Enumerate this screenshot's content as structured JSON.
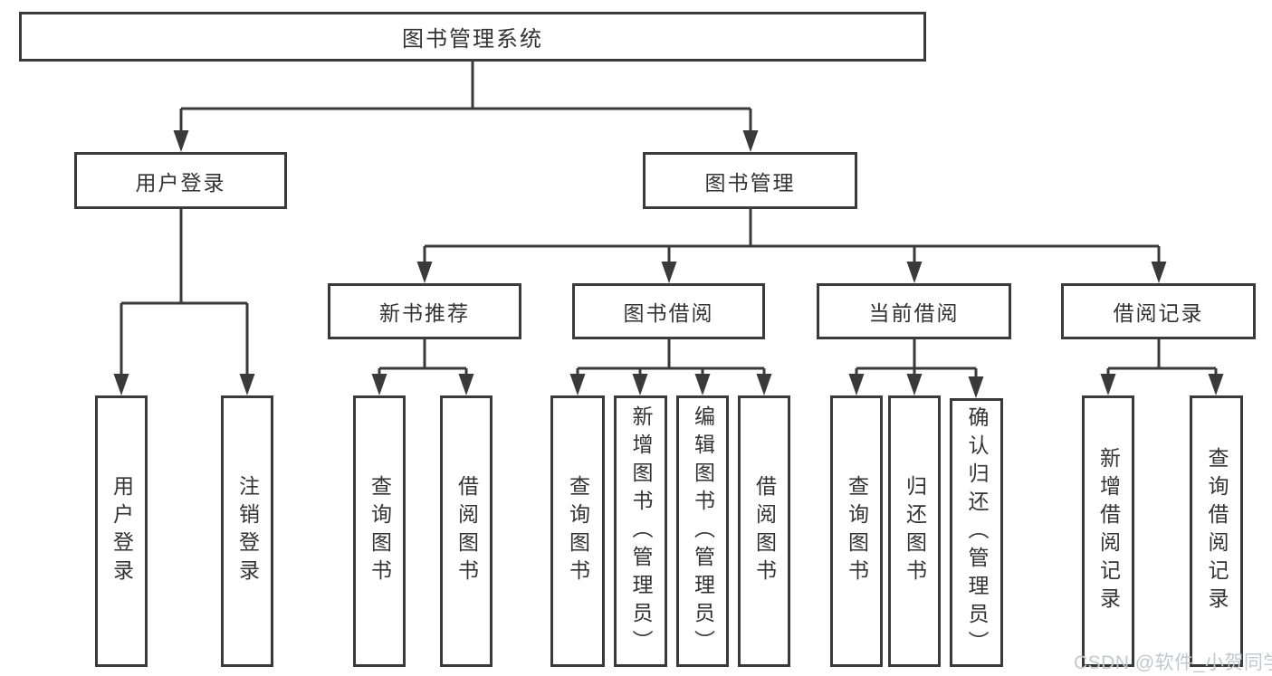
{
  "diagram": {
    "root": {
      "label": "图书管理系统"
    },
    "level2": [
      {
        "label": "用户登录"
      },
      {
        "label": "图书管理"
      }
    ],
    "level3": [
      {
        "label": "新书推荐"
      },
      {
        "label": "图书借阅"
      },
      {
        "label": "当前借阅"
      },
      {
        "label": "借阅记录"
      }
    ],
    "leaves": [
      {
        "label": "用户登录"
      },
      {
        "label": "注销登录"
      },
      {
        "label": "查询图书"
      },
      {
        "label": "借阅图书"
      },
      {
        "label": "查询图书"
      },
      {
        "label": "新增图书（管理员）"
      },
      {
        "label": "编辑图书（管理员）"
      },
      {
        "label": "借阅图书"
      },
      {
        "label": "查询图书"
      },
      {
        "label": "归还图书"
      },
      {
        "label": "确认归还（管理员）"
      },
      {
        "label": "新增借阅记录"
      },
      {
        "label": "查询借阅记录"
      }
    ],
    "colors": {
      "line": "#3a3a3a",
      "text": "#333333",
      "watermark": "#c4c7cd"
    },
    "watermark": {
      "text": "CSDN @软件_小贺同学"
    }
  }
}
